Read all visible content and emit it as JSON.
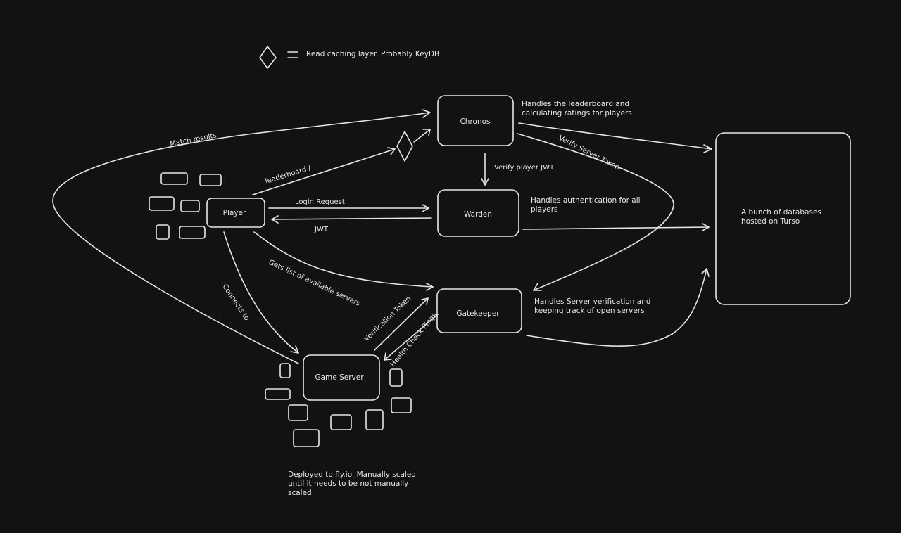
{
  "legend": {
    "description": "Read caching layer. Probably KeyDB"
  },
  "nodes": {
    "chronos": "Chronos",
    "warden": "Warden",
    "player": "Player",
    "gatekeeper": "Gatekeeper",
    "game_server": "Game Server",
    "databases": [
      "A bunch of databases",
      "hosted on Turso"
    ]
  },
  "notes": {
    "chronos": [
      "Handles the leaderboard and",
      "calculating ratings for players"
    ],
    "warden": [
      "Handles authentication for all",
      "players"
    ],
    "gatekeeper": [
      "Handles Server verification and",
      "keeping track of open servers"
    ],
    "deployment": [
      "Deployed to fly.io. Manually scaled",
      "until it needs to be not manually",
      "scaled"
    ]
  },
  "edge_labels": {
    "match_results": "Match results",
    "leaderboard": "leaderboard /",
    "verify_player_jwt": "Verify player JWT",
    "verify_server_token": "Verify Server Token",
    "login_request": "Login Request",
    "jwt": "JWT",
    "gets_servers": "Gets list of available servers",
    "connects_to": "Connects to",
    "verification_token": "Verification Token",
    "health_check": "Health Check Pings"
  },
  "colors": {
    "background": "#121212",
    "stroke": "#e6e6e6"
  }
}
